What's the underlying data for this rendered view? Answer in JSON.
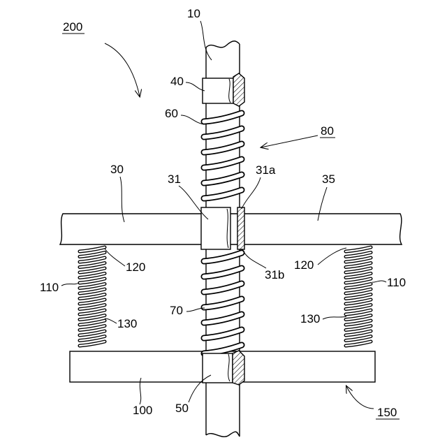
{
  "labels": {
    "assembly": "200",
    "rod": "10",
    "upper_collar": "40",
    "upper_spring": "60",
    "direction_80": "80",
    "left_plate": "30",
    "plate_collar": "31",
    "plate_collar_a": "31a",
    "right_plate": "35",
    "left_spring_top": "120",
    "left_spring": "110",
    "left_spring_inner": "130",
    "right_spring_top": "120",
    "right_spring": "110",
    "right_spring_inner": "130",
    "plate_collar_b": "31b",
    "lower_spring": "70",
    "base_plate": "100",
    "lower_collar": "50",
    "base_assembly": "150"
  }
}
